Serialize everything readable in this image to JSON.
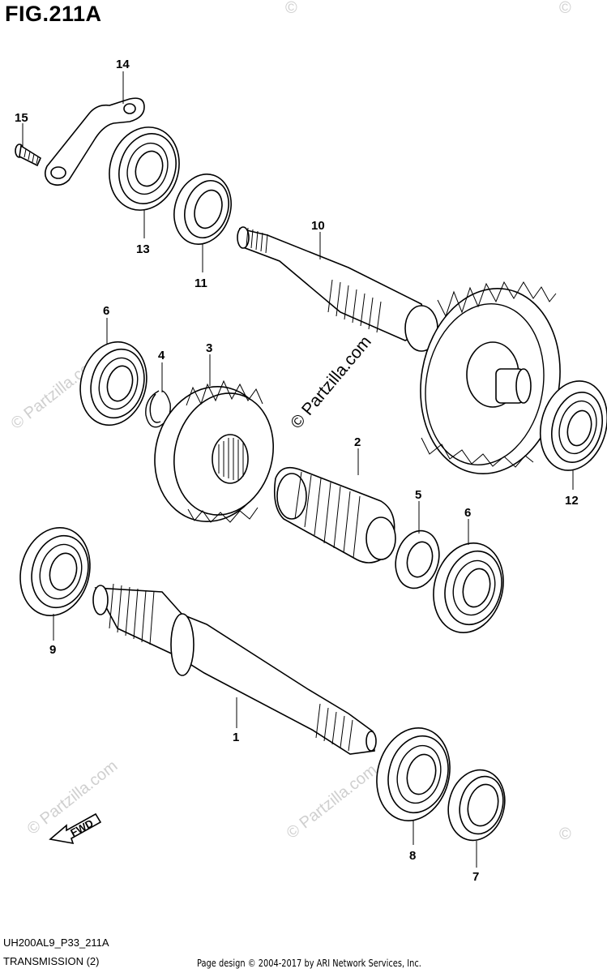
{
  "figure": {
    "title": "FIG.211A",
    "code": "UH200AL9_P33_211A",
    "name": "TRANSMISSION (2)",
    "copyright": "Page design © 2004-2017 by ARI Network Services, Inc."
  },
  "watermark": {
    "main": "© Partzilla.com",
    "faint": "© Partzilla.com",
    "corner": "©"
  },
  "fwd_label": "FWD",
  "callouts": {
    "c1": "1",
    "c2": "2",
    "c3": "3",
    "c4": "4",
    "c5": "5",
    "c6a": "6",
    "c6b": "6",
    "c7": "7",
    "c8": "8",
    "c9": "9",
    "c10": "10",
    "c11": "11",
    "c12": "12",
    "c13": "13",
    "c14": "14",
    "c15": "15"
  }
}
